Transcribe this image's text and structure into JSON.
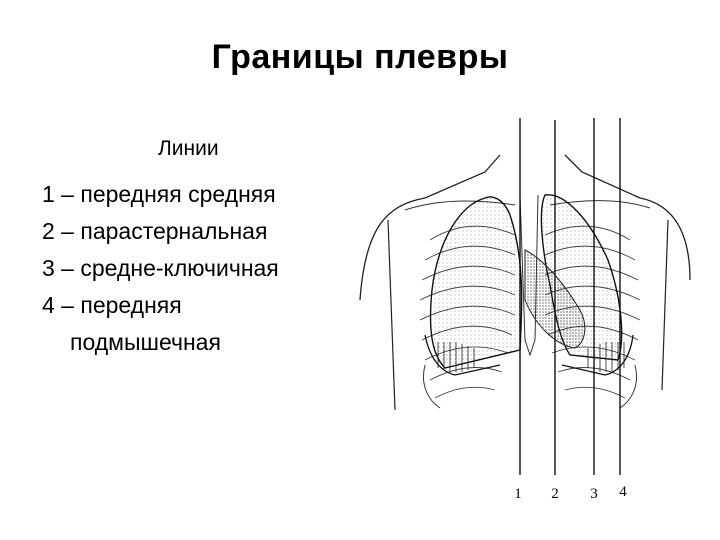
{
  "title": "Границы плевры",
  "subtitle": "Линии",
  "lines": [
    {
      "text": "1 – передняя средняя"
    },
    {
      "text": "2 – парастернальная"
    },
    {
      "text": "3 – средне-ключичная"
    },
    {
      "text": "4 – передняя"
    },
    {
      "text": "подмышечная"
    }
  ],
  "figure": {
    "line_numbers": [
      "1",
      "2",
      "3",
      "4"
    ]
  }
}
